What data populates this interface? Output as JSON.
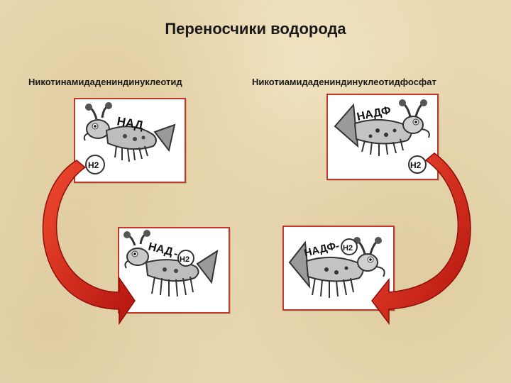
{
  "title": "Переносчики водорода",
  "left_column": {
    "label": "Никотинамидадениндинуклеотид",
    "card_top_tag": "НАД",
    "card_top_bubble": "H2",
    "card_bottom_tag": "НАД",
    "card_bottom_bubble": "H2"
  },
  "right_column": {
    "label": "Никотиамидадениндинуклеотидфосфат",
    "card_top_tag": "НАДФ",
    "card_top_bubble": "H2",
    "card_bottom_tag": "НАДФ",
    "card_bottom_bubble": "H2"
  },
  "colors": {
    "background": "#e9d9b2",
    "arrow": "#d7261b",
    "card_border": "#c0392b"
  }
}
